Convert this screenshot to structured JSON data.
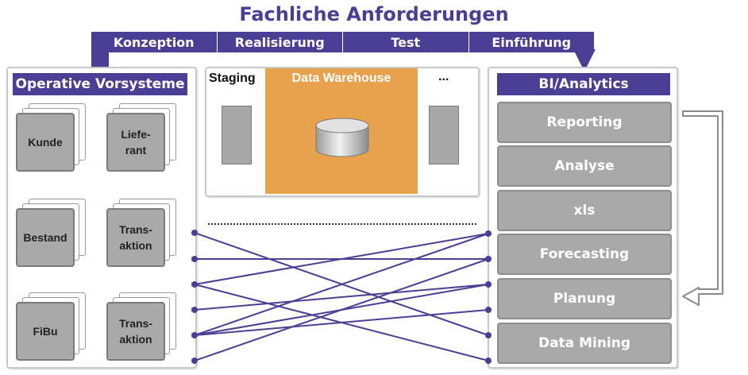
{
  "title": "Fachliche Anforderungen",
  "phases": [
    "Konzeption",
    "Realisierung",
    "Test",
    "Einführung"
  ],
  "left_panel": {
    "header": "Operative Vorsysteme",
    "sources": [
      "Kunde",
      "Liefe-\nrant",
      "Bestand",
      "Trans-\naktion",
      "FiBu",
      "Trans-\naktion"
    ]
  },
  "middle_panel": {
    "staging": "Staging",
    "dw": "Data Warehouse",
    "more": "..."
  },
  "right_panel": {
    "header": "BI/Analytics",
    "items": [
      "Reporting",
      "Analyse",
      "xls",
      "Forecasting",
      "Planung",
      "Data Mining"
    ]
  },
  "colors": {
    "accent": "#4a3f95",
    "dw_orange": "#e8a24d",
    "box_grey": "#a9a9a9"
  }
}
